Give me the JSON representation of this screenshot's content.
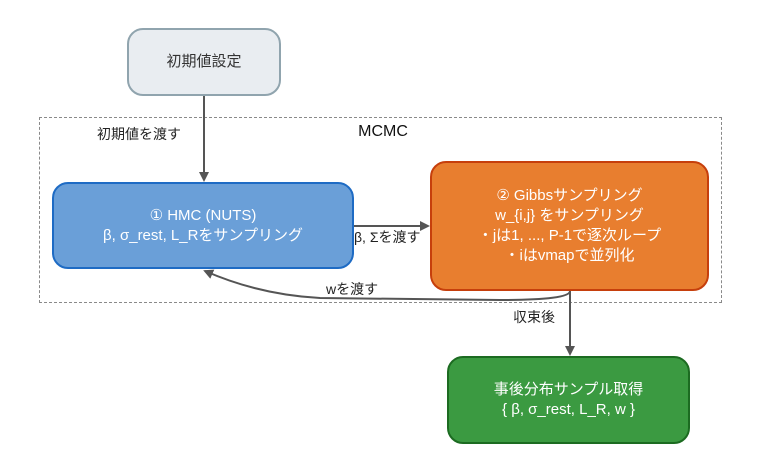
{
  "diagram": {
    "cluster": {
      "label": "MCMC"
    },
    "nodes": {
      "init": {
        "label": "初期値設定"
      },
      "hmc": {
        "lines": [
          "① HMC (NUTS)",
          "β, σ_rest, L_Rをサンプリング"
        ]
      },
      "gibbs": {
        "lines": [
          "② Gibbsサンプリング",
          "w_{i,j} をサンプリング",
          "・jは1, ..., P-1で逐次ループ",
          "・iはvmapで並列化"
        ]
      },
      "posterior": {
        "lines": [
          "事後分布サンプル取得",
          "{ β,  σ_rest,  L_R,  w }"
        ]
      }
    },
    "edges": {
      "init_to_hmc": "初期値を渡す",
      "hmc_to_gibbs": "β, Σを渡す",
      "gibbs_to_hmc": "wを渡す",
      "gibbs_to_posterior": "収束後"
    },
    "colors": {
      "init_fill": "#e9edf1",
      "init_border": "#90a4ae",
      "hmc_fill": "#6a9fd8",
      "hmc_border": "#1e6bc4",
      "gibbs_fill": "#e87e2f",
      "gibbs_border": "#c63f0c",
      "posterior_fill": "#3b9a41",
      "posterior_border": "#1c6b21",
      "edge": "#555555"
    }
  }
}
